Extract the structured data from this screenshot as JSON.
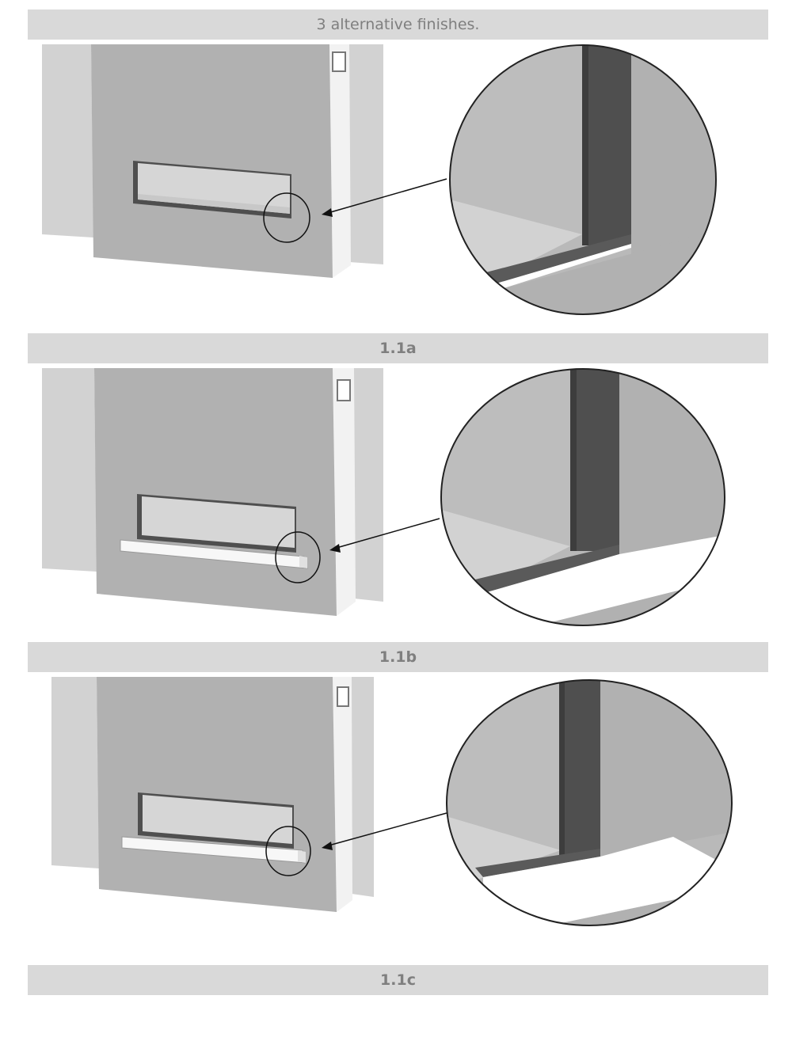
{
  "header": {
    "title": "3 alternative finishes."
  },
  "figures": [
    {
      "caption": "1.1a",
      "variant": "flush"
    },
    {
      "caption": "1.1b",
      "variant": "shelf"
    },
    {
      "caption": "1.1c",
      "variant": "shelf"
    }
  ],
  "colors": {
    "band": "#d9d9d9",
    "band_text": "#7f7f7f",
    "wall": "#b1b1b1",
    "side_wall": "#d2d2d2",
    "pillar": "#f2f2f2",
    "recess_dark": "#4f4f4f",
    "shelf": "#f7f7f7"
  }
}
